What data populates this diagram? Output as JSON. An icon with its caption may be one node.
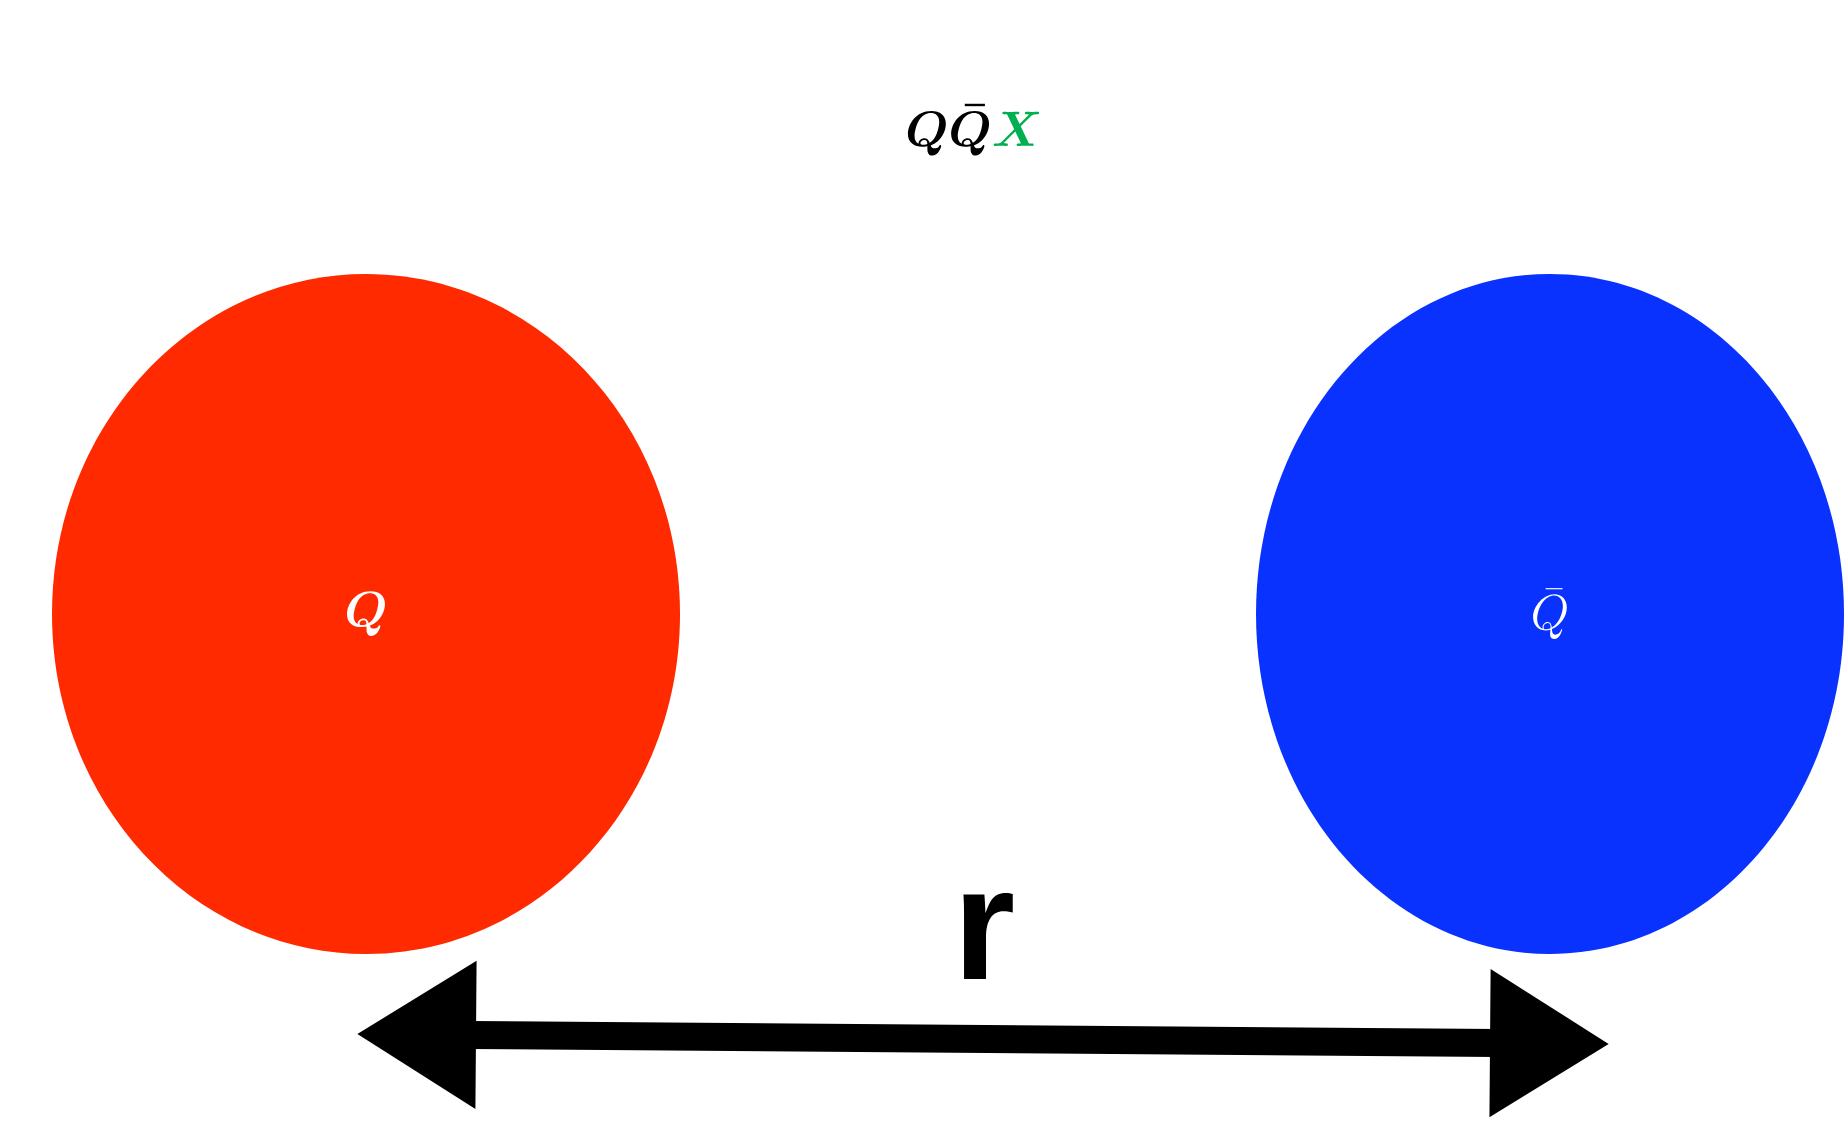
{
  "diagram": {
    "title": "Q\\bar{Q}{\\color[HTML]{00B050}X}",
    "nodes": [
      {
        "text": [
          "Q"
        ]
      },
      {
        "text": [
          "\\bar{Q}"
        ]
      }
    ],
    "labels": [
      "r"
    ]
  }
}
